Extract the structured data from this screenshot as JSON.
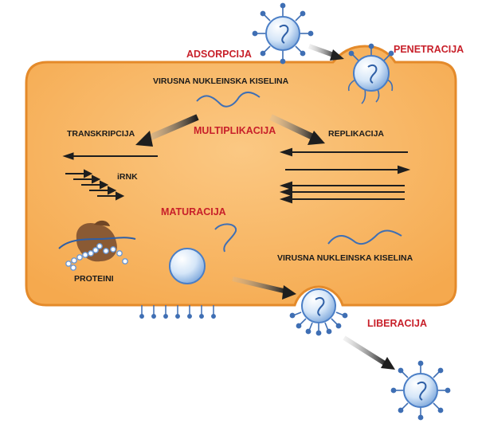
{
  "labels": {
    "adsorption": "ADSORPCIJA",
    "penetration": "PENETRACIJA",
    "viral_nucleic_acid_top": "VIRUSNA NUKLEINSKA KISELINA",
    "transcription": "TRANSKRIPCIJA",
    "multiplication": "MULTIPLIKACIJA",
    "replication": "REPLIKACIJA",
    "mrna": "iRNK",
    "maturation": "MATURACIJA",
    "viral_nucleic_acid_bottom": "VIRUSNA NUKLEINSKA KISELINA",
    "proteins": "PROTEINI",
    "liberation": "LIBERACIJA"
  },
  "colors": {
    "cell_fill": "#f7b463",
    "cell_stroke": "#e48a2a",
    "stage_label": "#c8202a",
    "text": "#1b1b1b",
    "virus_blue": "#4a7ec6",
    "virus_light": "#cfe2f7",
    "arrow": "#222222",
    "ribosome": "#8a5a34"
  },
  "icons": [
    "virus-icon",
    "cell-icon",
    "ribosome-icon",
    "capsid-icon",
    "rna-strand-icon",
    "process-arrow-icon"
  ]
}
